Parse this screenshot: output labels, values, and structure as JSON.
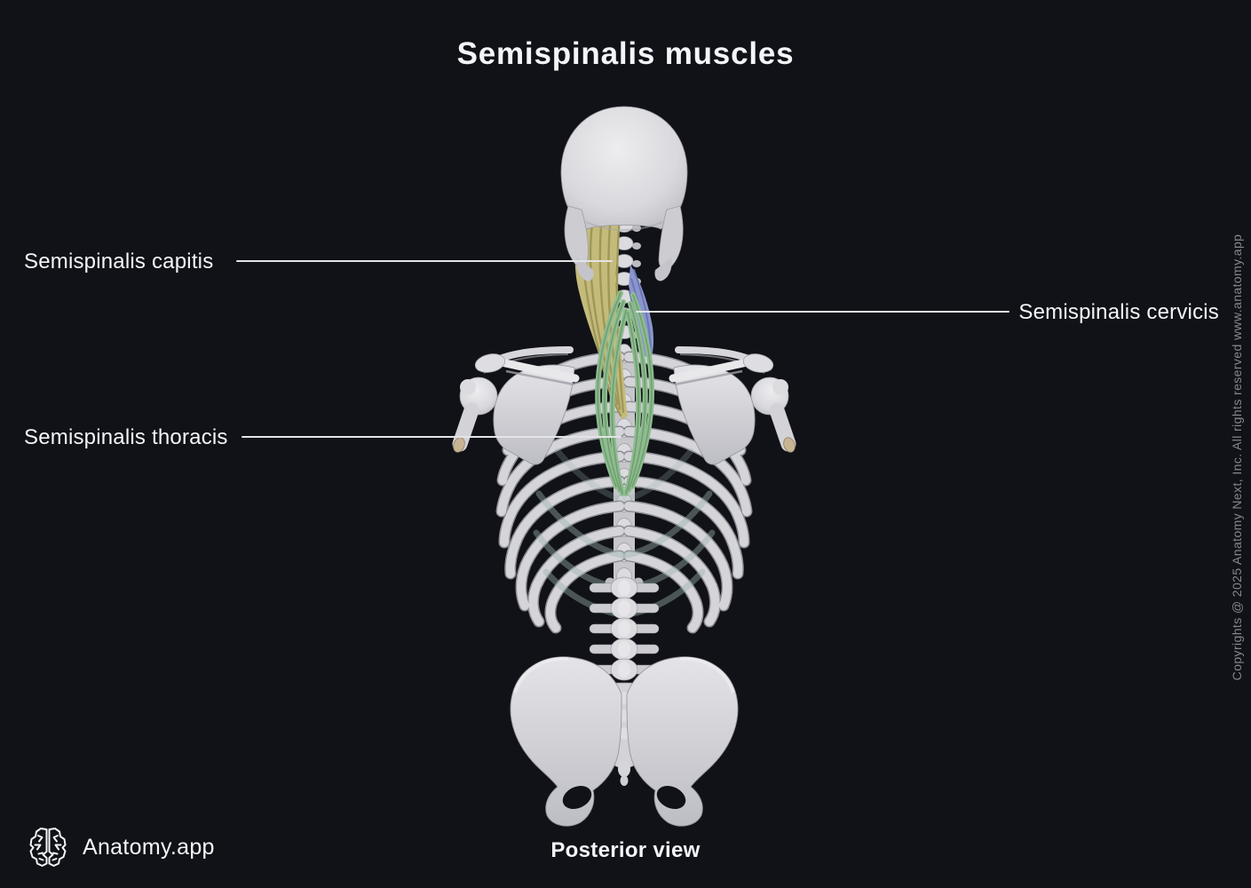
{
  "title": "Semispinalis muscles",
  "labels": {
    "capitis": "Semispinalis capitis",
    "cervicis": "Semispinalis cervicis",
    "thoracis": "Semispinalis thoracis"
  },
  "footer": {
    "brand": "Anatomy.app",
    "brand_icon": "brain-icon",
    "view_caption": "Posterior view"
  },
  "watermark": "Copyrights @ 2025 Anatomy Next, Inc. All rights reserved www.anatomy.app",
  "colors": {
    "background": "#101218",
    "text": "#f4f5f7",
    "muted": "#84878e",
    "leader_line": "#e3e4e8",
    "bone": "#d4d4d9",
    "bone_shade": "#8d8d95",
    "muscle_capitis": "#c4bb7b",
    "muscle_capitis_shade": "#9e9758",
    "muscle_cervicis": "#8b96cc",
    "muscle_cervicis_shade": "#6b78b5",
    "muscle_thoracis": "#8fbc8f",
    "muscle_thoracis_shade": "#6f9f71"
  }
}
